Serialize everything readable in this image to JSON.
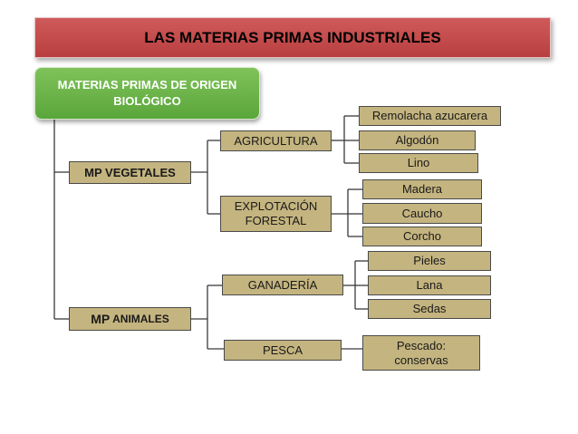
{
  "title": "LAS MATERIAS PRIMAS INDUSTRIALES",
  "origin": {
    "line1": "MATERIAS PRIMAS DE ORIGEN",
    "line2": "BIOLÓGICO"
  },
  "mp_vegetales": "MP VEGETALES",
  "mp_animales": {
    "prefix": "MP",
    "rest": " ANIMALES"
  },
  "agricultura": "AGRICULTURA",
  "explotacion": {
    "line1": "EXPLOTACIÓN",
    "line2": "FORESTAL"
  },
  "ganaderia": "GANADERÍA",
  "pesca": "PESCA",
  "remolacha": "Remolacha azucarera",
  "algodon": "Algodón",
  "lino": "Lino",
  "madera": "Madera",
  "caucho": "Caucho",
  "corcho": "Corcho",
  "pieles": "Pieles",
  "lana": "Lana",
  "sedas": "Sedas",
  "pescado": {
    "line1": "Pescado:",
    "line2": "conservas"
  },
  "colors": {
    "title_bg": "#c44a4a",
    "origin_bg": "#6bb548",
    "box_bg": "#c4b47f"
  }
}
